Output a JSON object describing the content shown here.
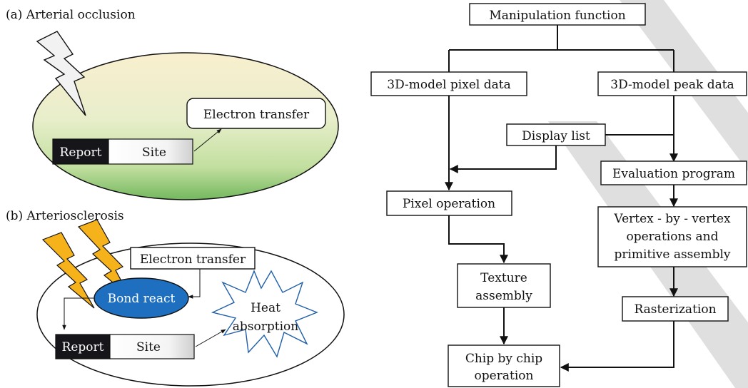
{
  "panel_a": {
    "label": "(a) Arterial occlusion",
    "electron_transfer": "Electron transfer",
    "report": "Report",
    "site": "Site"
  },
  "panel_b": {
    "label": "(b) Arteriosclerosis",
    "electron_transfer": "Electron transfer",
    "bond_react": "Bond react",
    "heat_line1": "Heat",
    "heat_line2": "absorption",
    "report": "Report",
    "site": "Site"
  },
  "flowchart": {
    "manipulation": "Manipulation function",
    "pixel_data": "3D-model pixel data",
    "peak_data": "3D-model peak data",
    "display_list": "Display list",
    "evaluation": "Evaluation program",
    "pixel_operation": "Pixel operation",
    "vertex_line1": "Vertex - by - vertex",
    "vertex_line2": "operations and",
    "vertex_line3": "primitive assembly",
    "texture_line1": "Texture",
    "texture_line2": "assembly",
    "rasterization": "Rasterization",
    "chip_line1": "Chip by chip",
    "chip_line2": "operation"
  },
  "colors": {
    "stripe": "#d9d9d9",
    "lightning_yellow": "#f5b21a",
    "lightning_gray": "#f2f2f2",
    "bond_fill": "#1f6fc0",
    "report_fill": "#15151a",
    "ellipse_top": "#f8edcd",
    "ellipse_bottom": "#74b85f"
  }
}
